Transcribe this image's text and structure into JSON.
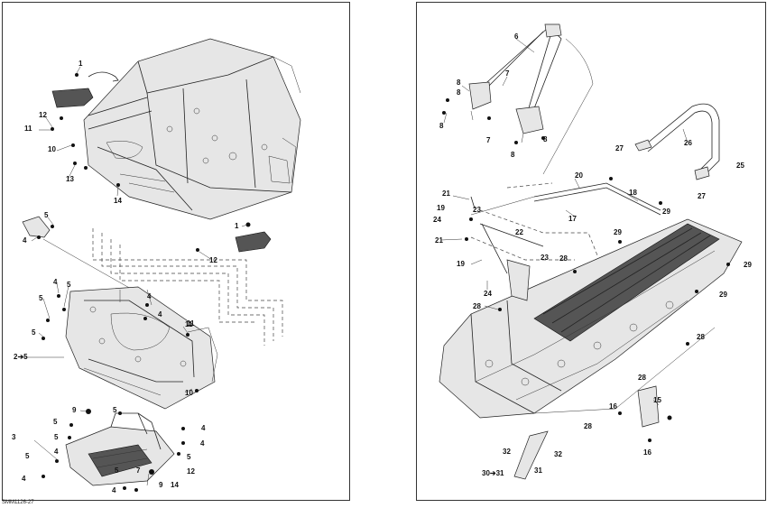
{
  "drawing": {
    "reference_code": "SMM1126-27"
  },
  "left_panel": {
    "callouts": [
      "1",
      "12",
      "11",
      "10",
      "13",
      "14",
      "5",
      "4",
      "1",
      "12",
      "4",
      "5",
      "5",
      "4",
      "5",
      "4",
      "11",
      "2➔5",
      "10",
      "9",
      "5",
      "5",
      "4",
      "3",
      "5",
      "4",
      "5",
      "4",
      "4",
      "5",
      "7",
      "9",
      "14",
      "4",
      "5",
      "12",
      "11"
    ]
  },
  "right_panel": {
    "callouts": [
      "6",
      "7",
      "8",
      "8",
      "8",
      "8",
      "7",
      "8",
      "26",
      "27",
      "25",
      "27",
      "20",
      "18",
      "21",
      "19",
      "24",
      "23",
      "17",
      "29",
      "22",
      "21",
      "23",
      "19",
      "28",
      "29",
      "24",
      "29",
      "28",
      "29",
      "28",
      "28",
      "16",
      "15",
      "16",
      "28",
      "32",
      "32",
      "31",
      "30➔31"
    ]
  }
}
